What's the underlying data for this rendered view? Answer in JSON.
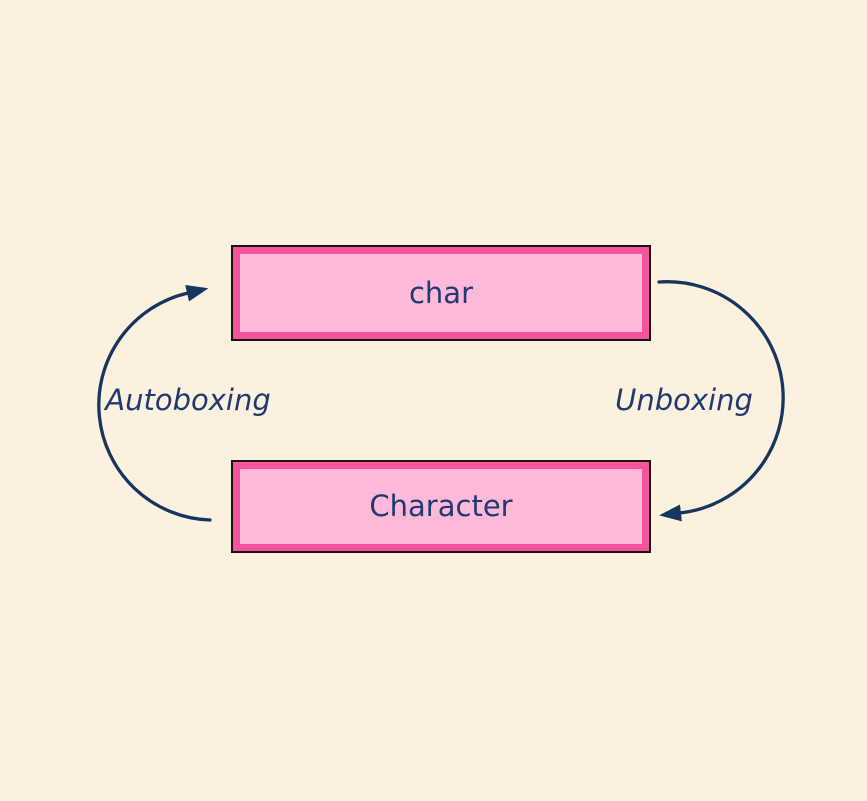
{
  "diagram": {
    "nodes": {
      "top": {
        "label": "char"
      },
      "bottom": {
        "label": "Character"
      }
    },
    "edges": {
      "left": {
        "label": "Autoboxing",
        "direction": "bottom-to-top",
        "side": "left"
      },
      "right": {
        "label": "Unboxing",
        "direction": "top-to-bottom",
        "side": "right"
      }
    },
    "icons": {
      "left_arrowhead": "arrow-up-right-icon",
      "right_arrowhead": "arrow-down-left-icon"
    },
    "colors": {
      "background": "#FCF1DF",
      "box_fill": "#FEB9D8",
      "box_border_inner": "#F4549B",
      "box_border_outer": "#1A1112",
      "text": "#1F3A70",
      "arrow": "#16355F"
    }
  }
}
